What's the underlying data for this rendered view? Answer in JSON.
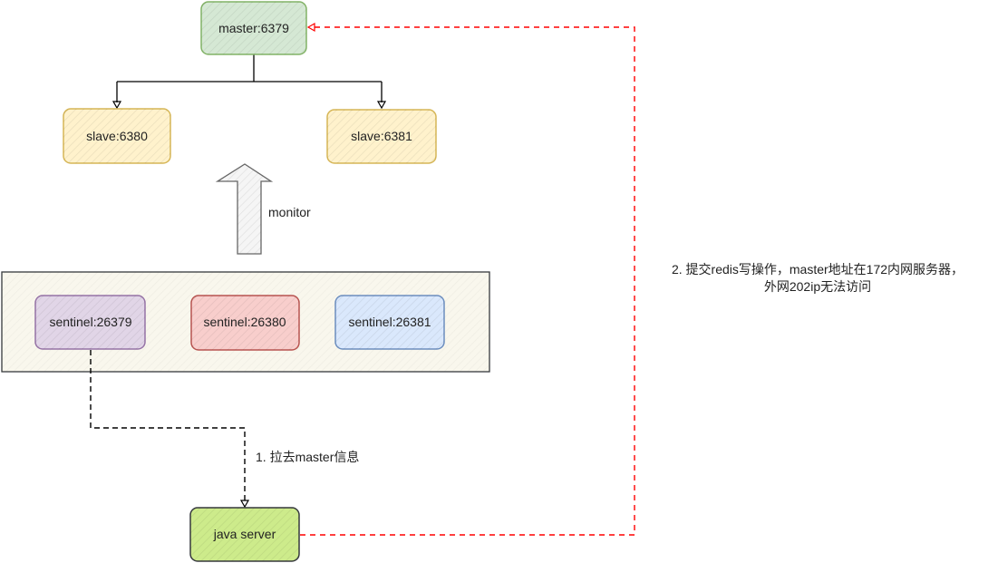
{
  "diagram": {
    "colors": {
      "master_stroke": "#82b366",
      "master_fill": "#d5e8d4",
      "slave_stroke": "#d6b656",
      "slave_fill": "#fff2cc",
      "sentinel1_stroke": "#9673a6",
      "sentinel1_fill": "#e1d5e7",
      "sentinel2_stroke": "#b85450",
      "sentinel2_fill": "#f8cecc",
      "sentinel3_stroke": "#6c8ebf",
      "sentinel3_fill": "#dae8fc",
      "java_stroke": "#36393d",
      "java_fill": "#cdeb8b",
      "group_stroke": "#36393d",
      "group_fill": "#f9f7ed",
      "arrow_black": "#000000",
      "arrow_red": "#ff0000"
    },
    "nodes": {
      "master": "master:6379",
      "slave1": "slave:6380",
      "slave2": "slave:6381",
      "sentinel1": "sentinel:26379",
      "sentinel2": "sentinel:26380",
      "sentinel3": "sentinel:26381",
      "java": "java server"
    },
    "labels": {
      "monitor": "monitor",
      "step1": "1. 拉去master信息",
      "step2_line1": "2. 提交redis写操作，master地址在172内网服务器，",
      "step2_line2": "外网202ip无法访问"
    }
  }
}
